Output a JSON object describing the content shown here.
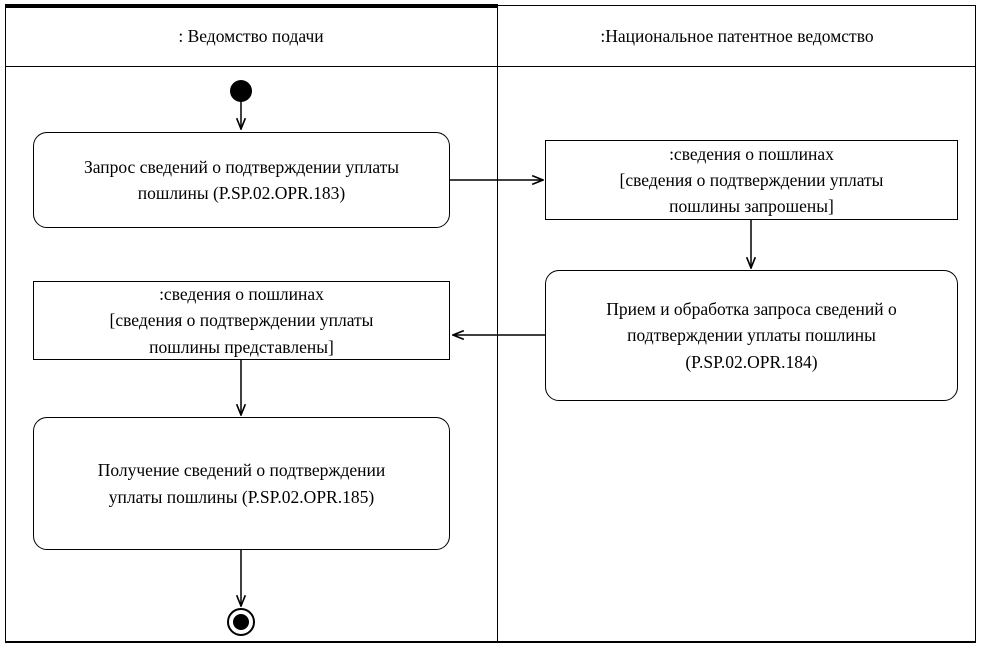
{
  "colors": {
    "line": "#000000",
    "background": "#ffffff",
    "text": "#000000"
  },
  "lanes": [
    {
      "title": ": Ведомство подачи"
    },
    {
      "title": ":Национальное патентное ведомство"
    }
  ],
  "nodes": {
    "request_fee_payment_info": {
      "type": "activity",
      "lane": "Ведомство подачи",
      "label": "Запрос сведений о подтверждении уплаты\nпошлины (P.SP.02.OPR.183)"
    },
    "fees_info_requested": {
      "type": "object",
      "lane": "Национальное патентное ведомство",
      "object": ":сведения о пошлинах",
      "state": "[сведения о подтверждении уплаты\nпошлины запрошены]"
    },
    "process_request": {
      "type": "activity",
      "lane": "Национальное патентное ведомство",
      "label": "Прием и обработка запроса сведений о\nподтверждении уплаты пошлины\n(P.SP.02.OPR.184)"
    },
    "fees_info_provided": {
      "type": "object",
      "lane": "Ведомство подачи",
      "object": ":сведения о пошлинах",
      "state": "[сведения о подтверждении уплаты\nпошлины представлены]"
    },
    "receive_fee_payment_info": {
      "type": "activity",
      "lane": "Ведомство подачи",
      "label": "Получение сведений о подтверждении\nуплаты пошлины (P.SP.02.OPR.185)"
    }
  }
}
